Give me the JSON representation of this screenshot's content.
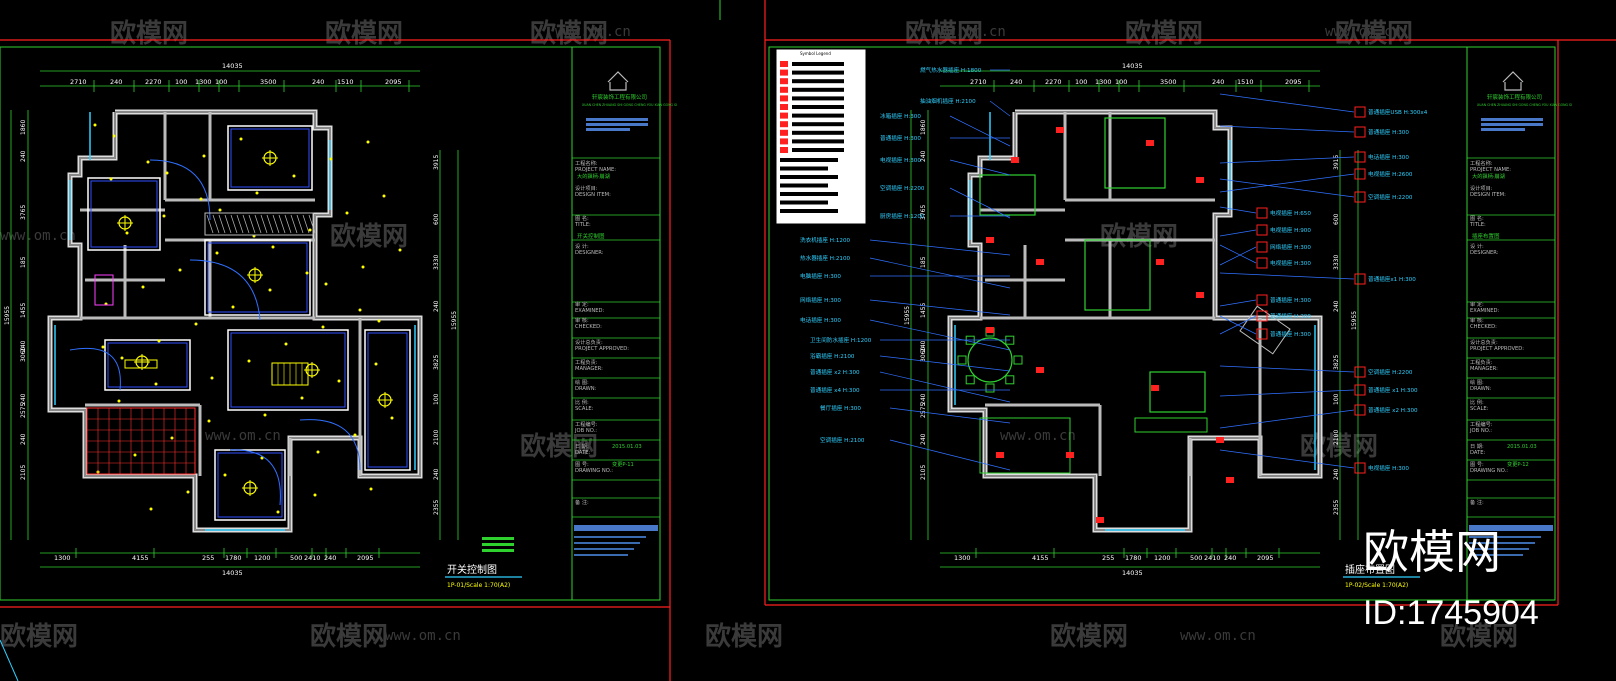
{
  "watermark": {
    "brand": "欧模网",
    "url": "www.om.cn",
    "big_brand": "欧模网",
    "id_text": "ID:1745904"
  },
  "company": {
    "name_cn": "轩宸装饰工程有限公司",
    "name_en": "XUAN CHEN ZHUANG SHI GONG CHENG YOU XIAN GONG SI"
  },
  "sheets": [
    {
      "title": "开关控制图",
      "scale": "1P-01/Scale 1:70(A2)",
      "top_total": "14035",
      "bottom_total": "14035",
      "top_dims": [
        "2710",
        "240",
        "2270",
        "100",
        "1300",
        "100",
        "3500",
        "240",
        "1510",
        "2095"
      ],
      "bottom_dims": [
        "1300",
        "4155",
        "255",
        "1780",
        "1200",
        "500",
        "2410",
        "240",
        "2095"
      ],
      "left_dims": [
        "1860",
        "240",
        "3765",
        "185",
        "1455",
        "240",
        "3060",
        "240",
        "2575",
        "240",
        "2105"
      ],
      "left_total": "15955",
      "right_dims": [
        "3915",
        "600",
        "3330",
        "240",
        "3825",
        "100",
        "2100",
        "240",
        "2355"
      ],
      "right_total": "15955",
      "drawing_name": "开关控制图",
      "date": "2015.01.03",
      "drawing_no": "变更P-11"
    },
    {
      "title": "插座布置图",
      "scale": "1P-02/Scale 1:70(A2)",
      "top_total": "14035",
      "bottom_total": "14035",
      "top_dims": [
        "2710",
        "240",
        "2270",
        "100",
        "1300",
        "100",
        "3500",
        "240",
        "1510",
        "2095"
      ],
      "bottom_dims": [
        "1300",
        "4155",
        "255",
        "1780",
        "1200",
        "500",
        "2410",
        "240",
        "2095"
      ],
      "left_dims": [
        "1860",
        "240",
        "3765",
        "185",
        "1455",
        "240",
        "3060",
        "240",
        "2575",
        "240",
        "2105"
      ],
      "left_total": "15955",
      "right_dims": [
        "3915",
        "600",
        "3330",
        "240",
        "3825",
        "100",
        "2100",
        "240",
        "2355"
      ],
      "right_total": "15955",
      "drawing_name": "插座布置图",
      "date": "2015.01.03",
      "drawing_no": "变更P-12",
      "legend_title": "Symbol Legend",
      "left_labels": [
        "燃气热水器插座 H:1800",
        "抽油烟机插座 H:2100",
        "冰箱插座 H:300",
        "普通插座 H:300",
        "电视插座 H:300",
        "空调插座 H:2200",
        "厨房插座 H:1200",
        "洗衣机插座 H:1200",
        "热水器插座 H:2100",
        "电脑插座 H:300",
        "网络插座 H:300",
        "电话插座 H:300",
        "卫生间防水插座 H:1200",
        "浴霸插座 H:2100",
        "普通插座 x2 H:300",
        "普通插座 x4 H:300",
        "餐厅插座 H:300",
        "空调插座 H:2100"
      ],
      "right_labels": [
        "普通插座USB H:300x4",
        "普通插座 H:300",
        "电话插座 H:300",
        "电视插座 H:2600",
        "空调插座 H:2200",
        "电视插座 H:650",
        "电视插座 H:900",
        "网络插座 H:300",
        "电视插座 H:300",
        "普通插座x1 H:300",
        "普通插座 H:300",
        "普通插座 H:300",
        "普通插座 H:300",
        "空调插座 H:2200",
        "普通插座 x1 H:300",
        "普通插座 x2 H:300",
        "电视插座 H:300"
      ]
    }
  ],
  "title_block_labels": [
    "工程名称:",
    "PROJECT NAME:",
    "设计项目:",
    "DESIGN ITEM:",
    "图 名:",
    "TITLE:",
    "设 计:",
    "DESIGNER:",
    "审 定:",
    "EXAMINED:",
    "审 核:",
    "CHECKED:",
    "设计总负责:",
    "PROJECT APPROVED:",
    "工程负责:",
    "MANAGER:",
    "绘 图:",
    "DRAWN:",
    "比 例:",
    "SCALE:",
    "工程编号:",
    "JOB NO.:",
    "日 期:",
    "DATE:",
    "图 号:",
    "DRAWING NO.:",
    "备 注:"
  ]
}
